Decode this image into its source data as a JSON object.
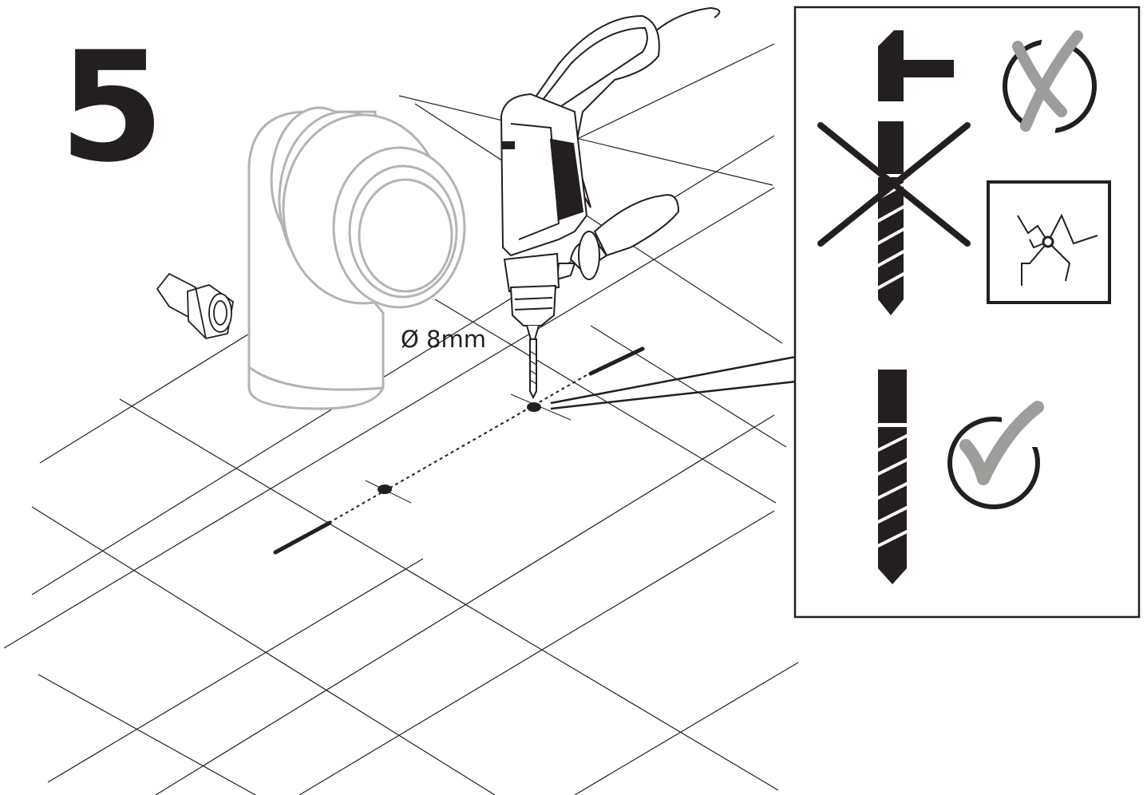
{
  "instruction": {
    "step_number": "5",
    "drill_diameter_label": "Ø 8mm"
  },
  "illustration": {
    "parts": [
      "elbow-pipe",
      "compression-nut",
      "power-drill"
    ],
    "floor": "tiled-grid"
  },
  "detail_panel": {
    "wrong_method": {
      "tool": "hammer-drill-bit",
      "result": "cracked-tile",
      "status_icon": "crossed-circle-icon"
    },
    "correct_method": {
      "tool": "standard-drill-bit",
      "status_icon": "check-circle-icon"
    }
  },
  "colors": {
    "ink": "#231f20",
    "grey": "#9d9d9c",
    "light_grey": "#b3b3b3"
  }
}
